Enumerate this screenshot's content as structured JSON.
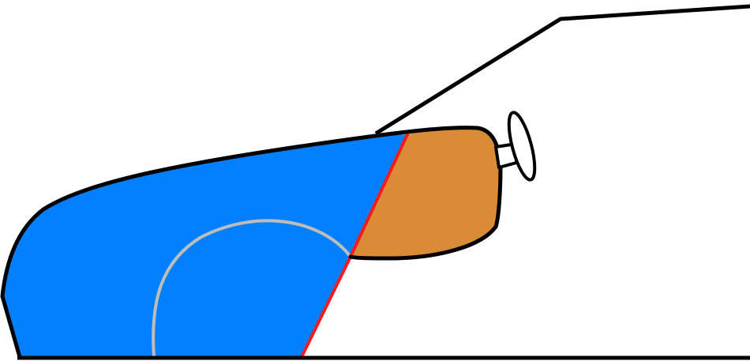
{
  "diagram": {
    "subject": "car-front-side-profile",
    "colors": {
      "background": "#ffffff",
      "outline": "#000000",
      "front_region": "#0080ff",
      "rear_region": "#d98c35",
      "divider_line": "#ff1a1a",
      "wheel_arch": "#bdbdbd",
      "mirror_fill": "#ffffff"
    },
    "parts": [
      {
        "name": "hood-front-region",
        "color_key": "front_region"
      },
      {
        "name": "rear-fender-region",
        "color_key": "rear_region"
      },
      {
        "name": "divider-line",
        "color_key": "divider_line"
      },
      {
        "name": "wheel-arch",
        "color_key": "wheel_arch"
      },
      {
        "name": "side-mirror",
        "color_key": "mirror_fill"
      },
      {
        "name": "windshield-roof-outline",
        "color_key": "outline"
      },
      {
        "name": "ground-line",
        "color_key": "outline"
      }
    ]
  }
}
